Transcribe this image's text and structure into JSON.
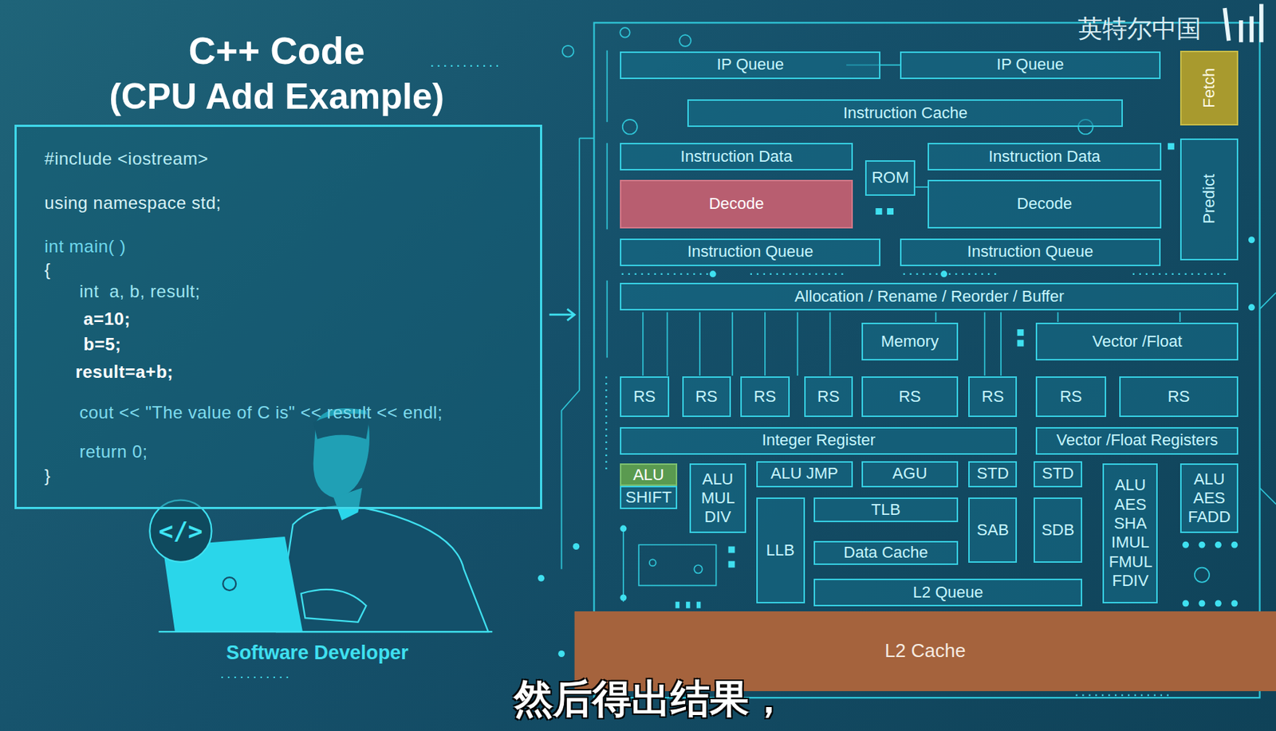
{
  "diagram": {
    "title": "C++ Code",
    "nodes": [
      {
        "text": [
          "#include <iostream>",
          "using namespace std;",
          "int main( )",
          "{",
          "int  a, b, result;",
          "a=10;",
          "b=5;",
          "result=a+b;",
          "cout << \"The value of C is\" << result << endl;",
          "return 0;",
          "}"
        ]
      },
      {
        "text": [
          "IP Queue"
        ]
      },
      {
        "text": [
          "IP Queue"
        ]
      },
      {
        "text": [
          "Fetch"
        ]
      },
      {
        "text": [
          "Instruction Cache"
        ]
      },
      {
        "text": [
          "Instruction Data"
        ]
      },
      {
        "text": [
          "Instruction Data"
        ]
      },
      {
        "text": [
          "ROM"
        ]
      },
      {
        "text": [
          "Decode"
        ]
      },
      {
        "text": [
          "Decode"
        ]
      },
      {
        "text": [
          "Predict"
        ]
      },
      {
        "text": [
          "Instruction Queue"
        ]
      },
      {
        "text": [
          "Instruction Queue"
        ]
      },
      {
        "text": [
          "Allocation / Rename / Reorder / Buffer"
        ]
      },
      {
        "text": [
          "Memory"
        ]
      },
      {
        "text": [
          "Vector /Float"
        ]
      },
      {
        "text": [
          "RS"
        ]
      },
      {
        "text": [
          "RS"
        ]
      },
      {
        "text": [
          "RS"
        ]
      },
      {
        "text": [
          "RS"
        ]
      },
      {
        "text": [
          "RS"
        ]
      },
      {
        "text": [
          "RS"
        ]
      },
      {
        "text": [
          "RS"
        ]
      },
      {
        "text": [
          "RS"
        ]
      },
      {
        "text": [
          "Integer Register"
        ]
      },
      {
        "text": [
          "Vector /Float Registers"
        ]
      },
      {
        "text": [
          "ALU"
        ]
      },
      {
        "text": [
          "SHIFT"
        ]
      },
      {
        "text": [
          "ALU MUL DIV"
        ]
      },
      {
        "text": [
          "ALU JMP"
        ]
      },
      {
        "text": [
          "AGU"
        ]
      },
      {
        "text": [
          "STD"
        ]
      },
      {
        "text": [
          "STD"
        ]
      },
      {
        "text": [
          "TLB"
        ]
      },
      {
        "text": [
          "LLB"
        ]
      },
      {
        "text": [
          "SAB"
        ]
      },
      {
        "text": [
          "SDB"
        ]
      },
      {
        "text": [
          "Data Cache"
        ]
      },
      {
        "text": [
          "L2 Queue"
        ]
      },
      {
        "text": [
          "ALU AES SHA IMUL FMUL FDIV"
        ]
      },
      {
        "text": [
          "ALU AES FADD"
        ]
      },
      {
        "text": [
          "L2 Cache"
        ]
      }
    ],
    "labels": [
      "(CPU Add Example)",
      "</>",
      "Software Developer",
      "英特尔中国",
      "然后得出结果，"
    ]
  }
}
